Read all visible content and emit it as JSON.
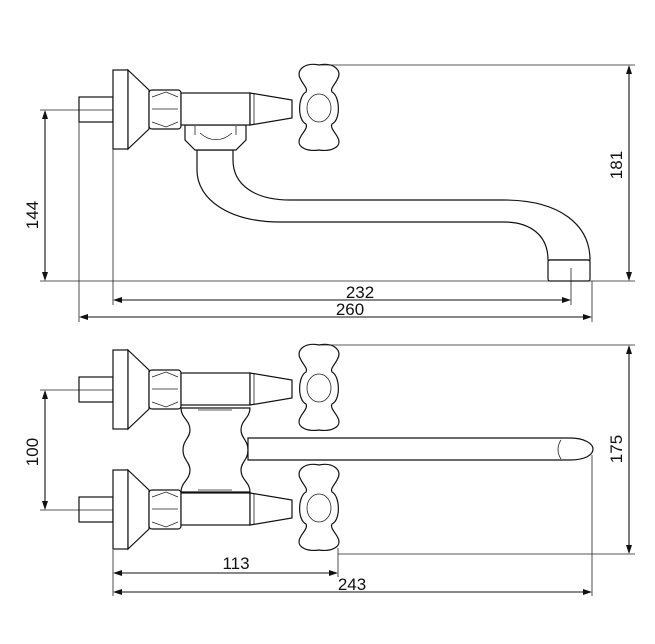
{
  "drawing": {
    "side_view": {
      "dimensions": {
        "outlet_height": "144",
        "total_height": "181",
        "spout_reach": "232",
        "total_length": "260"
      }
    },
    "top_view": {
      "dimensions": {
        "inlet_spacing": "100",
        "total_width": "175",
        "handle_reach": "113",
        "total_length": "243"
      }
    },
    "line_color": "#111111",
    "background": "#ffffff"
  }
}
